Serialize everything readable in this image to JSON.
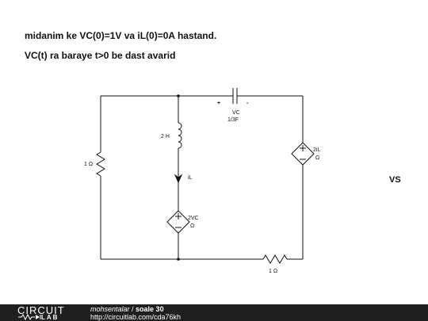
{
  "problem": {
    "line1": "midanim ke VC(0)=1V va iL(0)=0A hastand.",
    "line2": "VC(t) ra baraye t>0 be dast avarid"
  },
  "circuit": {
    "capacitor": {
      "polarity_plus": "+",
      "polarity_minus": "-",
      "name": "VC",
      "value": "1/3F"
    },
    "inductor": {
      "value": "2 H"
    },
    "current_label": "iL",
    "left_resistor": {
      "value": "1 Ω"
    },
    "bottom_resistor": {
      "value": "1 Ω"
    },
    "middle_source": {
      "expr": "2VC",
      "unit": "Ω"
    },
    "right_source": {
      "expr": "2iL",
      "unit": "Ω"
    },
    "vs_label": "VS"
  },
  "footer": {
    "logo_top": "CIRCUIT",
    "logo_bottom": "LAB",
    "username": "mohsentalar",
    "separator": " / ",
    "title": "soale 30",
    "url": "http://circuitlab.com/cda76kh"
  },
  "colors": {
    "wire": "#111111",
    "footer_bg": "#1f1f1f",
    "text": "#111111"
  }
}
